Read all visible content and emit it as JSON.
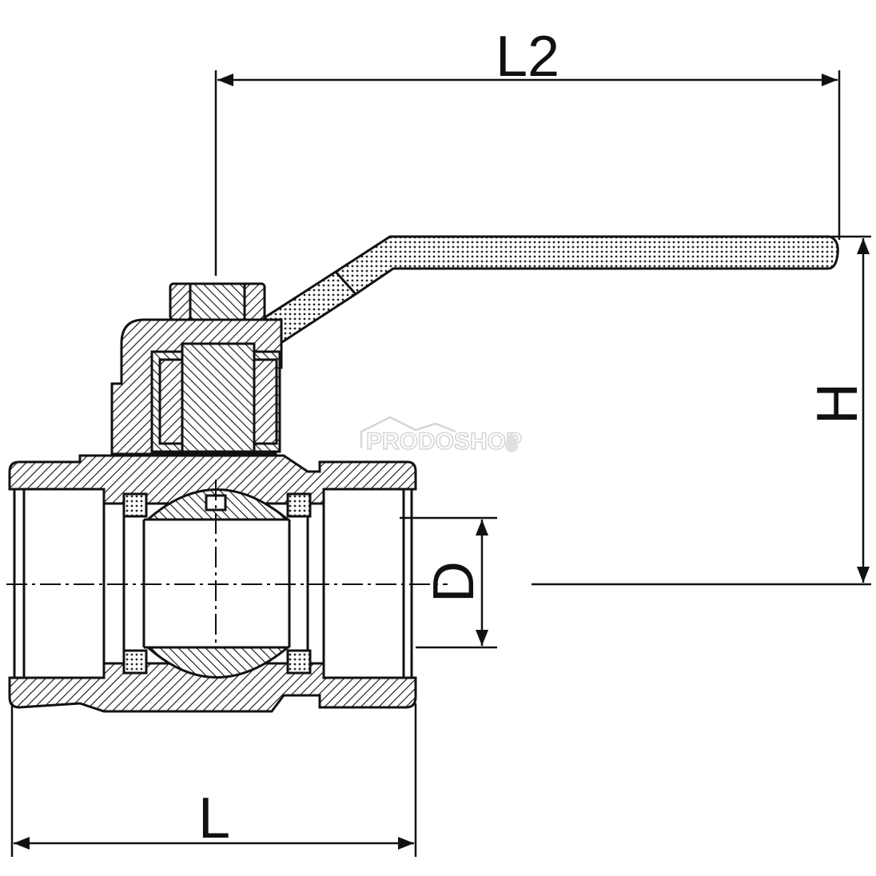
{
  "diagram": {
    "title": "Ball valve dimension drawing",
    "dimensions": {
      "L2": "L2",
      "H": "H",
      "D": "D",
      "L": "L"
    },
    "watermark": "PRODOSHOP",
    "colors": {
      "line": "#111111",
      "watermark": "#d6d6d6",
      "background": "#ffffff"
    }
  }
}
